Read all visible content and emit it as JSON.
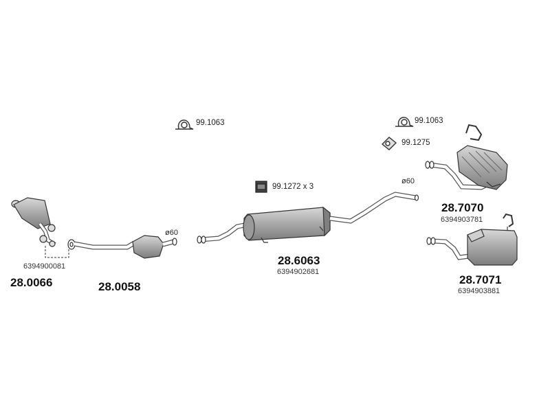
{
  "parts": {
    "p1": {
      "number": "28.0066",
      "oe": "6394900081"
    },
    "p2": {
      "number": "28.0058",
      "diameter": "ø60"
    },
    "p3": {
      "number": "28.6063",
      "oe": "6394902681",
      "diameter": "ø60"
    },
    "p4": {
      "number": "28.7070",
      "oe": "6394903781"
    },
    "p5": {
      "number": "28.7071",
      "oe": "6394903881"
    }
  },
  "accessories": {
    "clamp_center": "99.1063",
    "clamp_right": "99.1063",
    "hanger": "99.1275",
    "rubber_mount": "99.1272 x 3"
  },
  "colors": {
    "part_fill": "#bdbdbd",
    "part_shade": "#8f8f8f",
    "line": "#333333",
    "pipe": "#ffffff"
  }
}
